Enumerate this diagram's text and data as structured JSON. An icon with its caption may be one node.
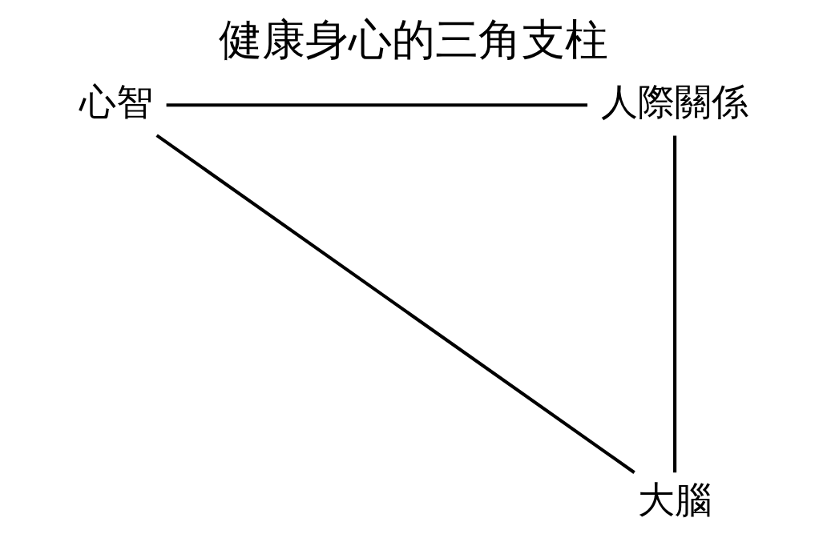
{
  "diagram": {
    "title": "健康身心的三角支柱",
    "nodes": [
      {
        "text": [
          "心智"
        ]
      },
      {
        "text": [
          "人際關係"
        ]
      },
      {
        "text": [
          "大腦"
        ]
      }
    ],
    "edges": [
      {
        "from": 0,
        "to": 1,
        "arrow": "none"
      },
      {
        "from": 1,
        "to": 2,
        "arrow": "none"
      },
      {
        "from": 2,
        "to": 0,
        "arrow": "none"
      }
    ]
  }
}
